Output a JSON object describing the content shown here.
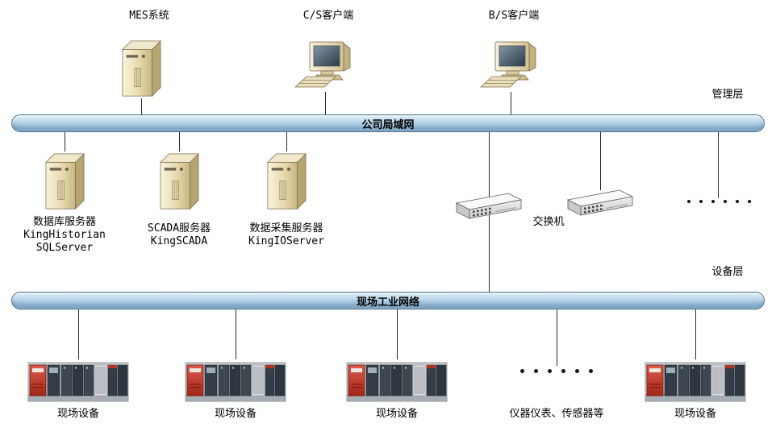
{
  "top_nodes": [
    {
      "label": "MES系统",
      "icon": "server-tower"
    },
    {
      "label": "C/S客户端",
      "icon": "desktop-computer"
    },
    {
      "label": "B/S客户端",
      "icon": "desktop-computer"
    }
  ],
  "layer_labels": {
    "management": "管理层",
    "device": "设备层"
  },
  "buses": {
    "lan": "公司局域网",
    "field": "现场工业网络"
  },
  "servers": [
    {
      "title": "数据库服务器",
      "sub1": "KingHistorian",
      "sub2": "SQLServer"
    },
    {
      "title": "SCADA服务器",
      "sub1": "KingSCADA"
    },
    {
      "title": "数据采集服务器",
      "sub1": "KingIOServer"
    }
  ],
  "switches": {
    "label": "交换机"
  },
  "field_nodes": [
    {
      "label": "现场设备",
      "icon": "plc"
    },
    {
      "label": "现场设备",
      "icon": "plc"
    },
    {
      "label": "现场设备",
      "icon": "plc"
    },
    {
      "label": "仪器仪表、传感器等",
      "icon": "ellipsis"
    },
    {
      "label": "现场设备",
      "icon": "plc"
    }
  ],
  "ellipsis": {
    "network": "······",
    "field": "······"
  },
  "colors": {
    "bus_fill": "#a9cbe2",
    "bus_border": "#46708f",
    "server_beige": "#e8d9ae",
    "plc_red": "#bf3a2b",
    "line": "#2b2b2b"
  }
}
